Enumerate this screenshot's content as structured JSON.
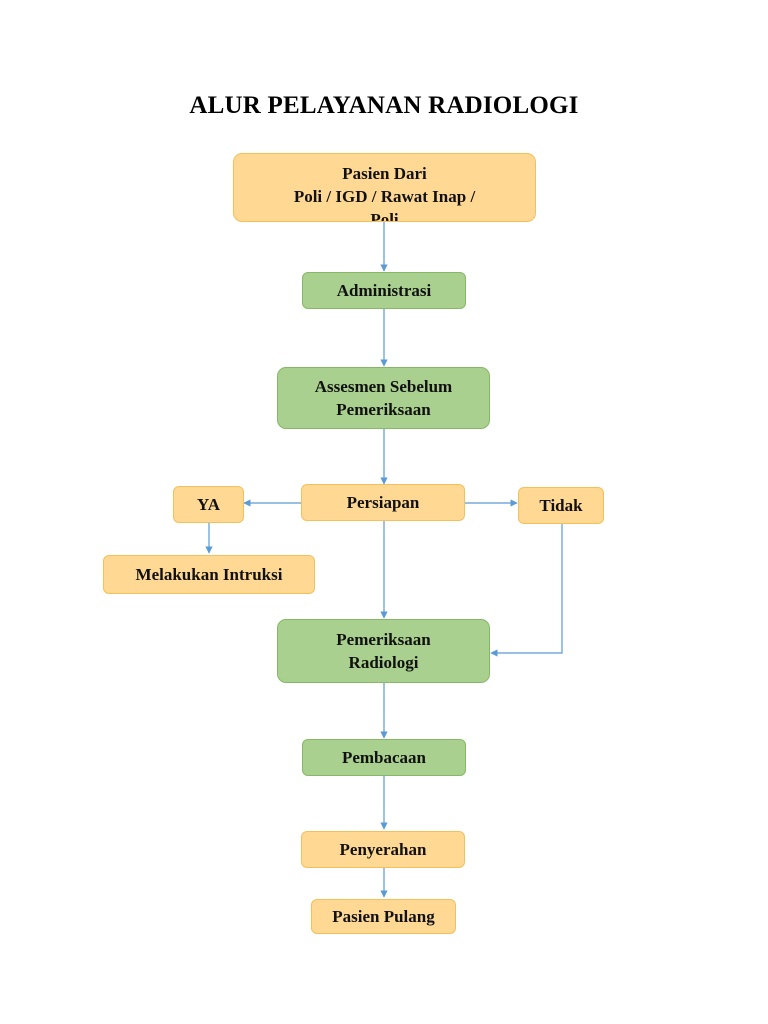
{
  "title": "ALUR PELAYANAN RADIOLOGI",
  "nodes": {
    "pasien_dari": "Pasien Dari\nPoli / IGD / Rawat Inap /\nPoli",
    "administrasi": "Administrasi",
    "assesmen": "Assesmen Sebelum\nPemeriksaan",
    "persiapan": "Persiapan",
    "ya": "YA",
    "tidak": "Tidak",
    "melakukan_intruksi": "Melakukan Intruksi",
    "pemeriksaan_radiologi": "Pemeriksaan\nRadiologi",
    "pembacaan": "Pembacaan",
    "penyerahan": "Penyerahan",
    "pasien_pulang": "Pasien Pulang"
  },
  "colors": {
    "orange_fill": "#ffd894",
    "green_fill": "#a9d08e",
    "arrow": "#5b9bd5"
  }
}
